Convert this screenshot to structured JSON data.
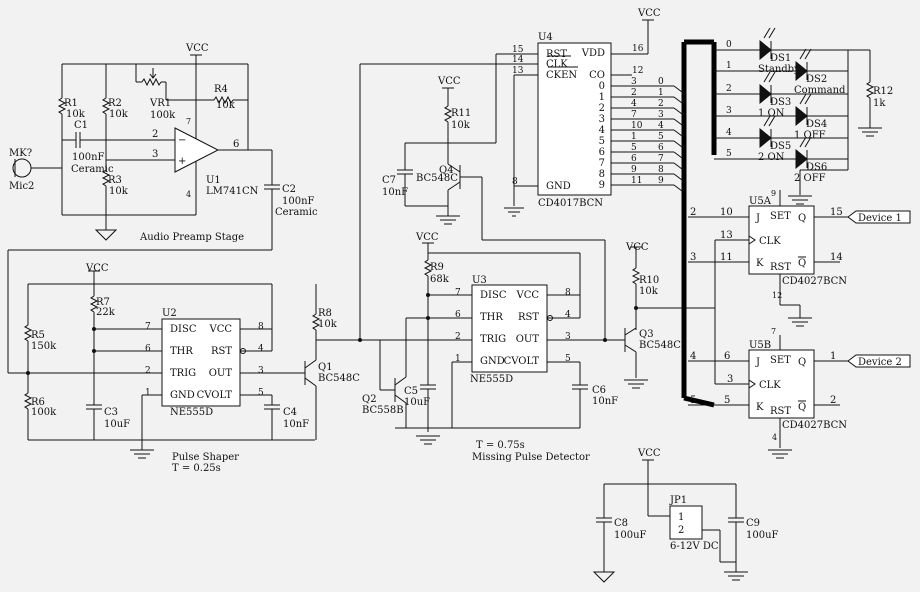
{
  "power": {
    "vcc": "VCC"
  },
  "mic": {
    "ref": "MK?",
    "name": "Mic2"
  },
  "resistors": {
    "r1": {
      "ref": "R1",
      "value": "10k"
    },
    "r2": {
      "ref": "R2",
      "value": "10k"
    },
    "r3": {
      "ref": "R3",
      "value": "10k"
    },
    "r4": {
      "ref": "R4",
      "value": "10k"
    },
    "vr1": {
      "ref": "VR1",
      "value": "100k"
    },
    "r5": {
      "ref": "R5",
      "value": "150k"
    },
    "r6": {
      "ref": "R6",
      "value": "100k"
    },
    "r7": {
      "ref": "R7",
      "value": "22k"
    },
    "r8": {
      "ref": "R8",
      "value": "10k"
    },
    "r9": {
      "ref": "R9",
      "value": "68k"
    },
    "r10": {
      "ref": "R10",
      "value": "10k"
    },
    "r11": {
      "ref": "R11",
      "value": "10k"
    },
    "r12": {
      "ref": "R12",
      "value": "1k"
    }
  },
  "capacitors": {
    "c1": {
      "ref": "C1",
      "value": "100nF",
      "type": "Ceramic"
    },
    "c2": {
      "ref": "C2",
      "value": "100nF",
      "type": "Ceramic"
    },
    "c3": {
      "ref": "C3",
      "value": "10uF"
    },
    "c4": {
      "ref": "C4",
      "value": "10nF"
    },
    "c5": {
      "ref": "C5",
      "value": "10uF"
    },
    "c6": {
      "ref": "C6",
      "value": "10nF"
    },
    "c7": {
      "ref": "C7",
      "value": "10nF"
    },
    "c8": {
      "ref": "C8",
      "value": "100uF"
    },
    "c9": {
      "ref": "C9",
      "value": "100uF"
    }
  },
  "transistors": {
    "q1": {
      "ref": "Q1",
      "part": "BC548C"
    },
    "q2": {
      "ref": "Q2",
      "part": "BC558B"
    },
    "q3": {
      "ref": "Q3",
      "part": "BC548C"
    },
    "q4": {
      "ref": "Q4",
      "part": "BC548C"
    }
  },
  "opamp": {
    "ref": "U1",
    "part": "LM741CN",
    "pin_minus": "2",
    "pin_plus": "3",
    "pin_out": "6",
    "pin_gnd": "4",
    "pin_vcc": "7"
  },
  "timer_u2": {
    "ref": "U2",
    "part": "NE555D",
    "pins_left": [
      {
        "name": "DISC",
        "num": "7"
      },
      {
        "name": "THR",
        "num": "6"
      },
      {
        "name": "TRIG",
        "num": "2"
      },
      {
        "name": "GND",
        "num": "1"
      }
    ],
    "pins_right": [
      {
        "name": "VCC",
        "num": "8"
      },
      {
        "name": "RST",
        "num": "4"
      },
      {
        "name": "OUT",
        "num": "3"
      },
      {
        "name": "CVOLT",
        "num": "5"
      }
    ]
  },
  "timer_u3": {
    "ref": "U3",
    "part": "NE555D",
    "pins_left": [
      {
        "name": "DISC",
        "num": "7"
      },
      {
        "name": "THR",
        "num": "6"
      },
      {
        "name": "TRIG",
        "num": "2"
      },
      {
        "name": "GND",
        "num": "1"
      }
    ],
    "pins_right": [
      {
        "name": "VCC",
        "num": "8"
      },
      {
        "name": "RST",
        "num": "4"
      },
      {
        "name": "OUT",
        "num": "3"
      },
      {
        "name": "CVOLT",
        "num": "5"
      }
    ]
  },
  "counter_u4": {
    "ref": "U4",
    "part": "CD4017BCN",
    "pins_left": [
      {
        "name": "RST",
        "num": "15"
      },
      {
        "name": "CLK",
        "num": "14"
      },
      {
        "name": "CKEN",
        "num": "13"
      },
      {
        "name": "GND",
        "num": "8"
      }
    ],
    "pin_vdd": {
      "name": "VDD",
      "num": "16"
    },
    "pin_co": {
      "name": "CO",
      "num": "12"
    },
    "outputs": [
      {
        "q": "0",
        "pin": "3",
        "net": "0"
      },
      {
        "q": "1",
        "pin": "2",
        "net": "1"
      },
      {
        "q": "2",
        "pin": "4",
        "net": "2"
      },
      {
        "q": "3",
        "pin": "7",
        "net": "3"
      },
      {
        "q": "4",
        "pin": "10",
        "net": "4"
      },
      {
        "q": "5",
        "pin": "1",
        "net": "5"
      },
      {
        "q": "6",
        "pin": "5",
        "net": "6"
      },
      {
        "q": "7",
        "pin": "6",
        "net": "7"
      },
      {
        "q": "8",
        "pin": "9",
        "net": "8"
      },
      {
        "q": "9",
        "pin": "11",
        "net": "9"
      }
    ]
  },
  "leds": [
    {
      "ref": "DS1",
      "label": "Standby",
      "net": "0"
    },
    {
      "ref": "DS2",
      "label": "Command",
      "net": "1"
    },
    {
      "ref": "DS3",
      "label": "1 ON",
      "net": "2"
    },
    {
      "ref": "DS4",
      "label": "1 OFF",
      "net": "3"
    },
    {
      "ref": "DS5",
      "label": "2 ON",
      "net": "4"
    },
    {
      "ref": "DS6",
      "label": "2 OFF",
      "net": "5"
    }
  ],
  "flipflop_u5a": {
    "ref": "U5A",
    "part": "CD4027BCN",
    "pin_j": {
      "name": "J",
      "num": "10"
    },
    "pin_set": {
      "name": "SET",
      "num": "9"
    },
    "pin_q": {
      "name": "Q",
      "num": "15"
    },
    "pin_clk": {
      "name": "CLK",
      "num": "13"
    },
    "pin_k": {
      "name": "K",
      "num": "11"
    },
    "pin_rst": {
      "name": "RST",
      "num": "12"
    },
    "pin_qbar": {
      "name": "Q",
      "num": "14"
    },
    "net_j": "2",
    "net_k": "3",
    "output": "Device 1"
  },
  "flipflop_u5b": {
    "ref": "U5B",
    "part": "CD4027BCN",
    "pin_j": {
      "name": "J",
      "num": "6"
    },
    "pin_set": {
      "name": "SET",
      "num": "7"
    },
    "pin_q": {
      "name": "Q",
      "num": "1"
    },
    "pin_clk": {
      "name": "CLK",
      "num": "3"
    },
    "pin_k": {
      "name": "K",
      "num": "5"
    },
    "pin_rst": {
      "name": "RST",
      "num": "4"
    },
    "pin_qbar": {
      "name": "Q",
      "num": "2"
    },
    "net_j": "4",
    "net_k": "5",
    "output": "Device 2"
  },
  "connector": {
    "ref": "JP1",
    "pin1": "1",
    "pin2": "2",
    "label": "6-12V DC"
  },
  "stages": {
    "preamp": "Audio Preamp Stage",
    "shaper": "Pulse Shaper",
    "shaper_t": "T = 0.25s",
    "detector_t": "T = 0.75s",
    "detector": "Missing Pulse Detector"
  }
}
